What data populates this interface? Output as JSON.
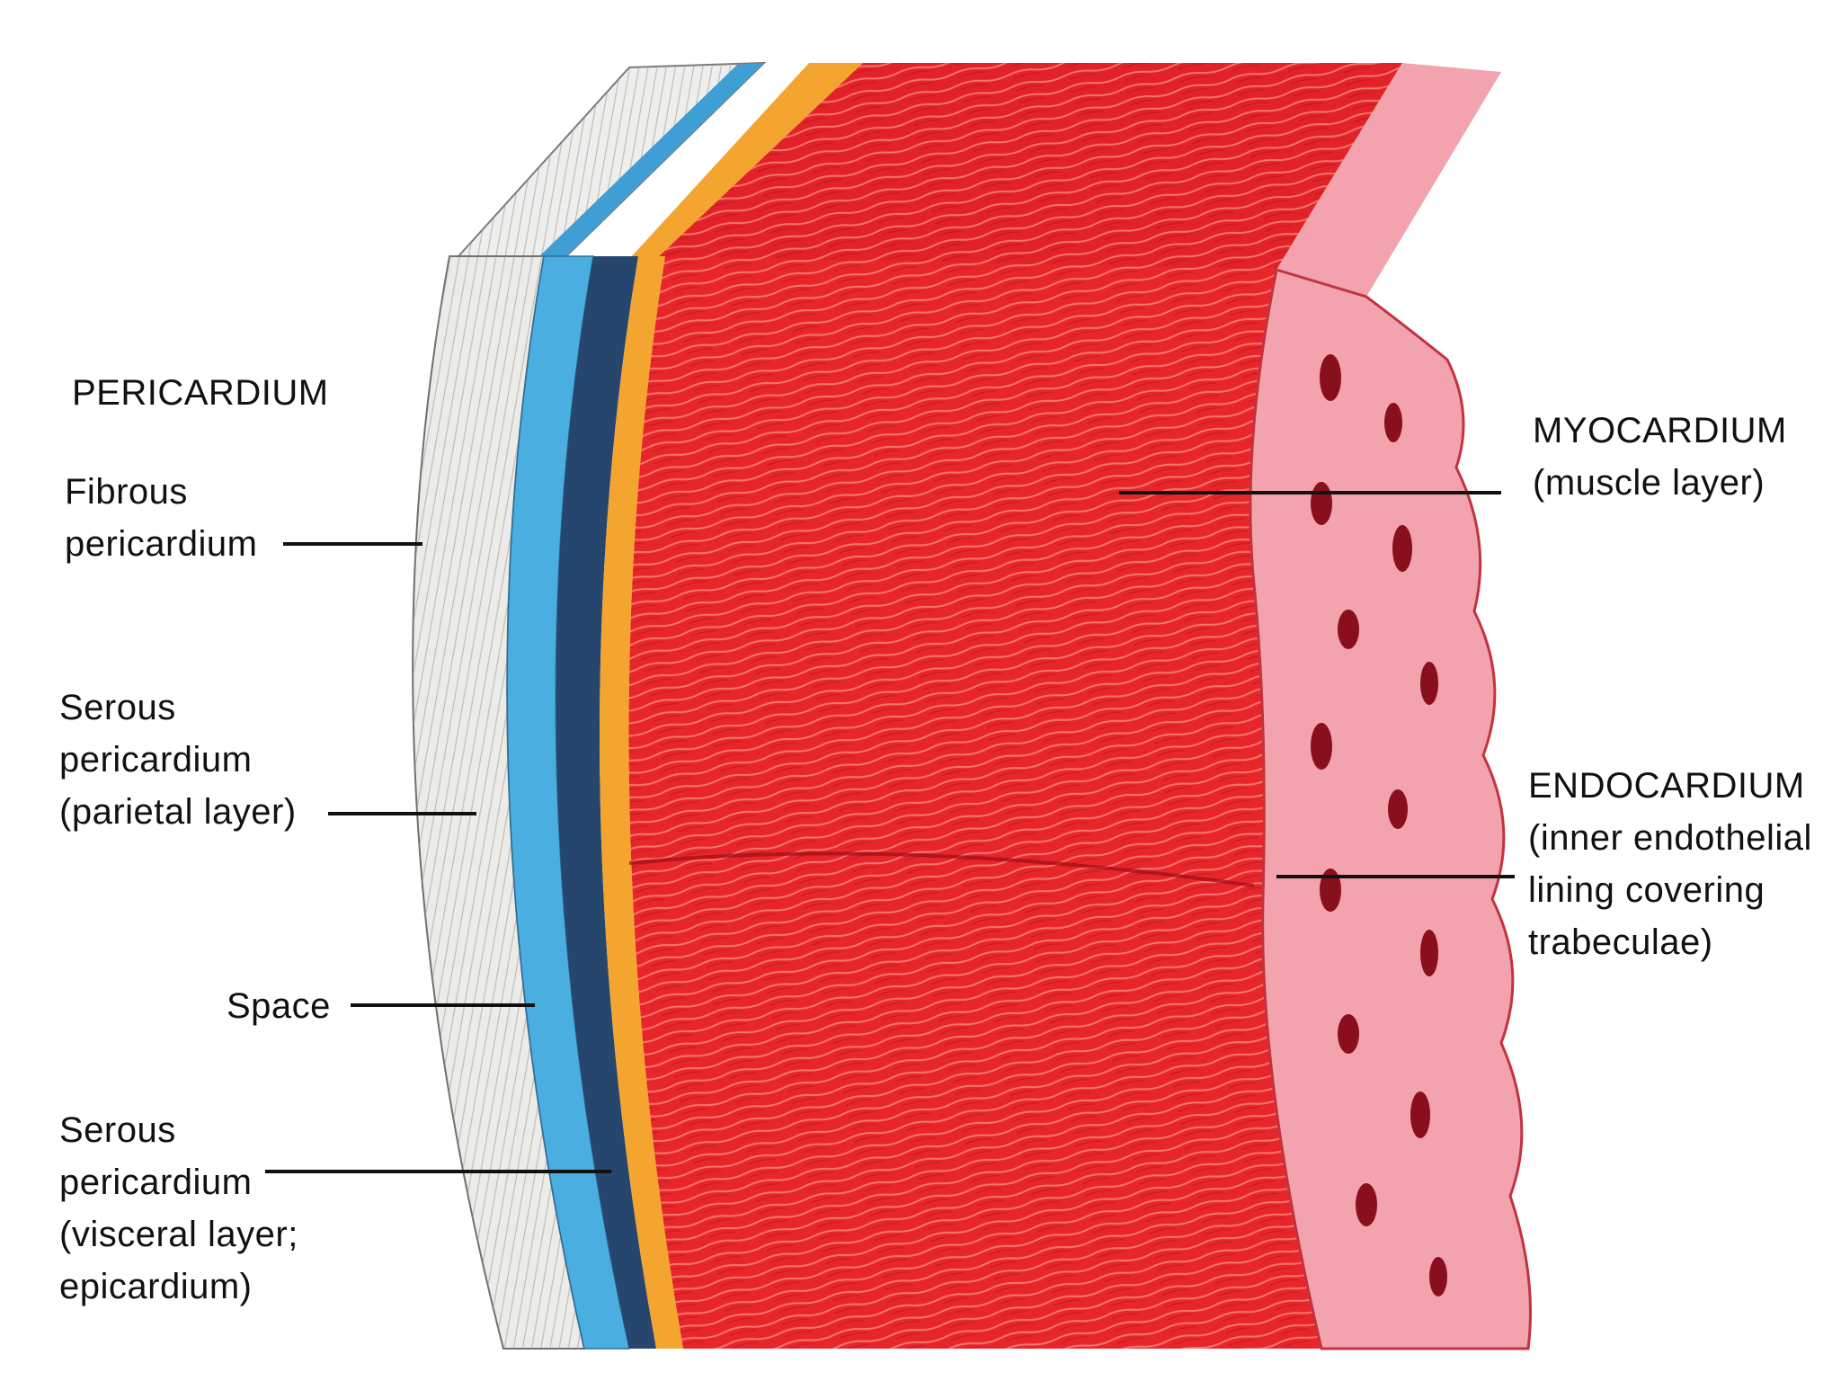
{
  "labels": {
    "pericardium": "PERICARDIUM",
    "fibrous": [
      "Fibrous",
      "pericardium"
    ],
    "serous_parietal": [
      "Serous",
      "pericardium",
      "(parietal layer)"
    ],
    "space": "Space",
    "serous_visceral": [
      "Serous",
      "pericardium",
      "(visceral layer;",
      "epicardium)"
    ],
    "myocardium": [
      "MYOCARDIUM",
      "(muscle layer)"
    ],
    "endocardium": [
      "ENDOCARDIUM",
      "(inner endothelial",
      "lining covering",
      "trabeculae)"
    ]
  },
  "colors": {
    "fibrous": "#ecebe8",
    "parietal": "#4aaee0",
    "space": "#27466e",
    "epicardium": "#f3a530",
    "myocardium": "#e8262a",
    "endocardium": "#f2a3ad",
    "text": "#111111"
  }
}
